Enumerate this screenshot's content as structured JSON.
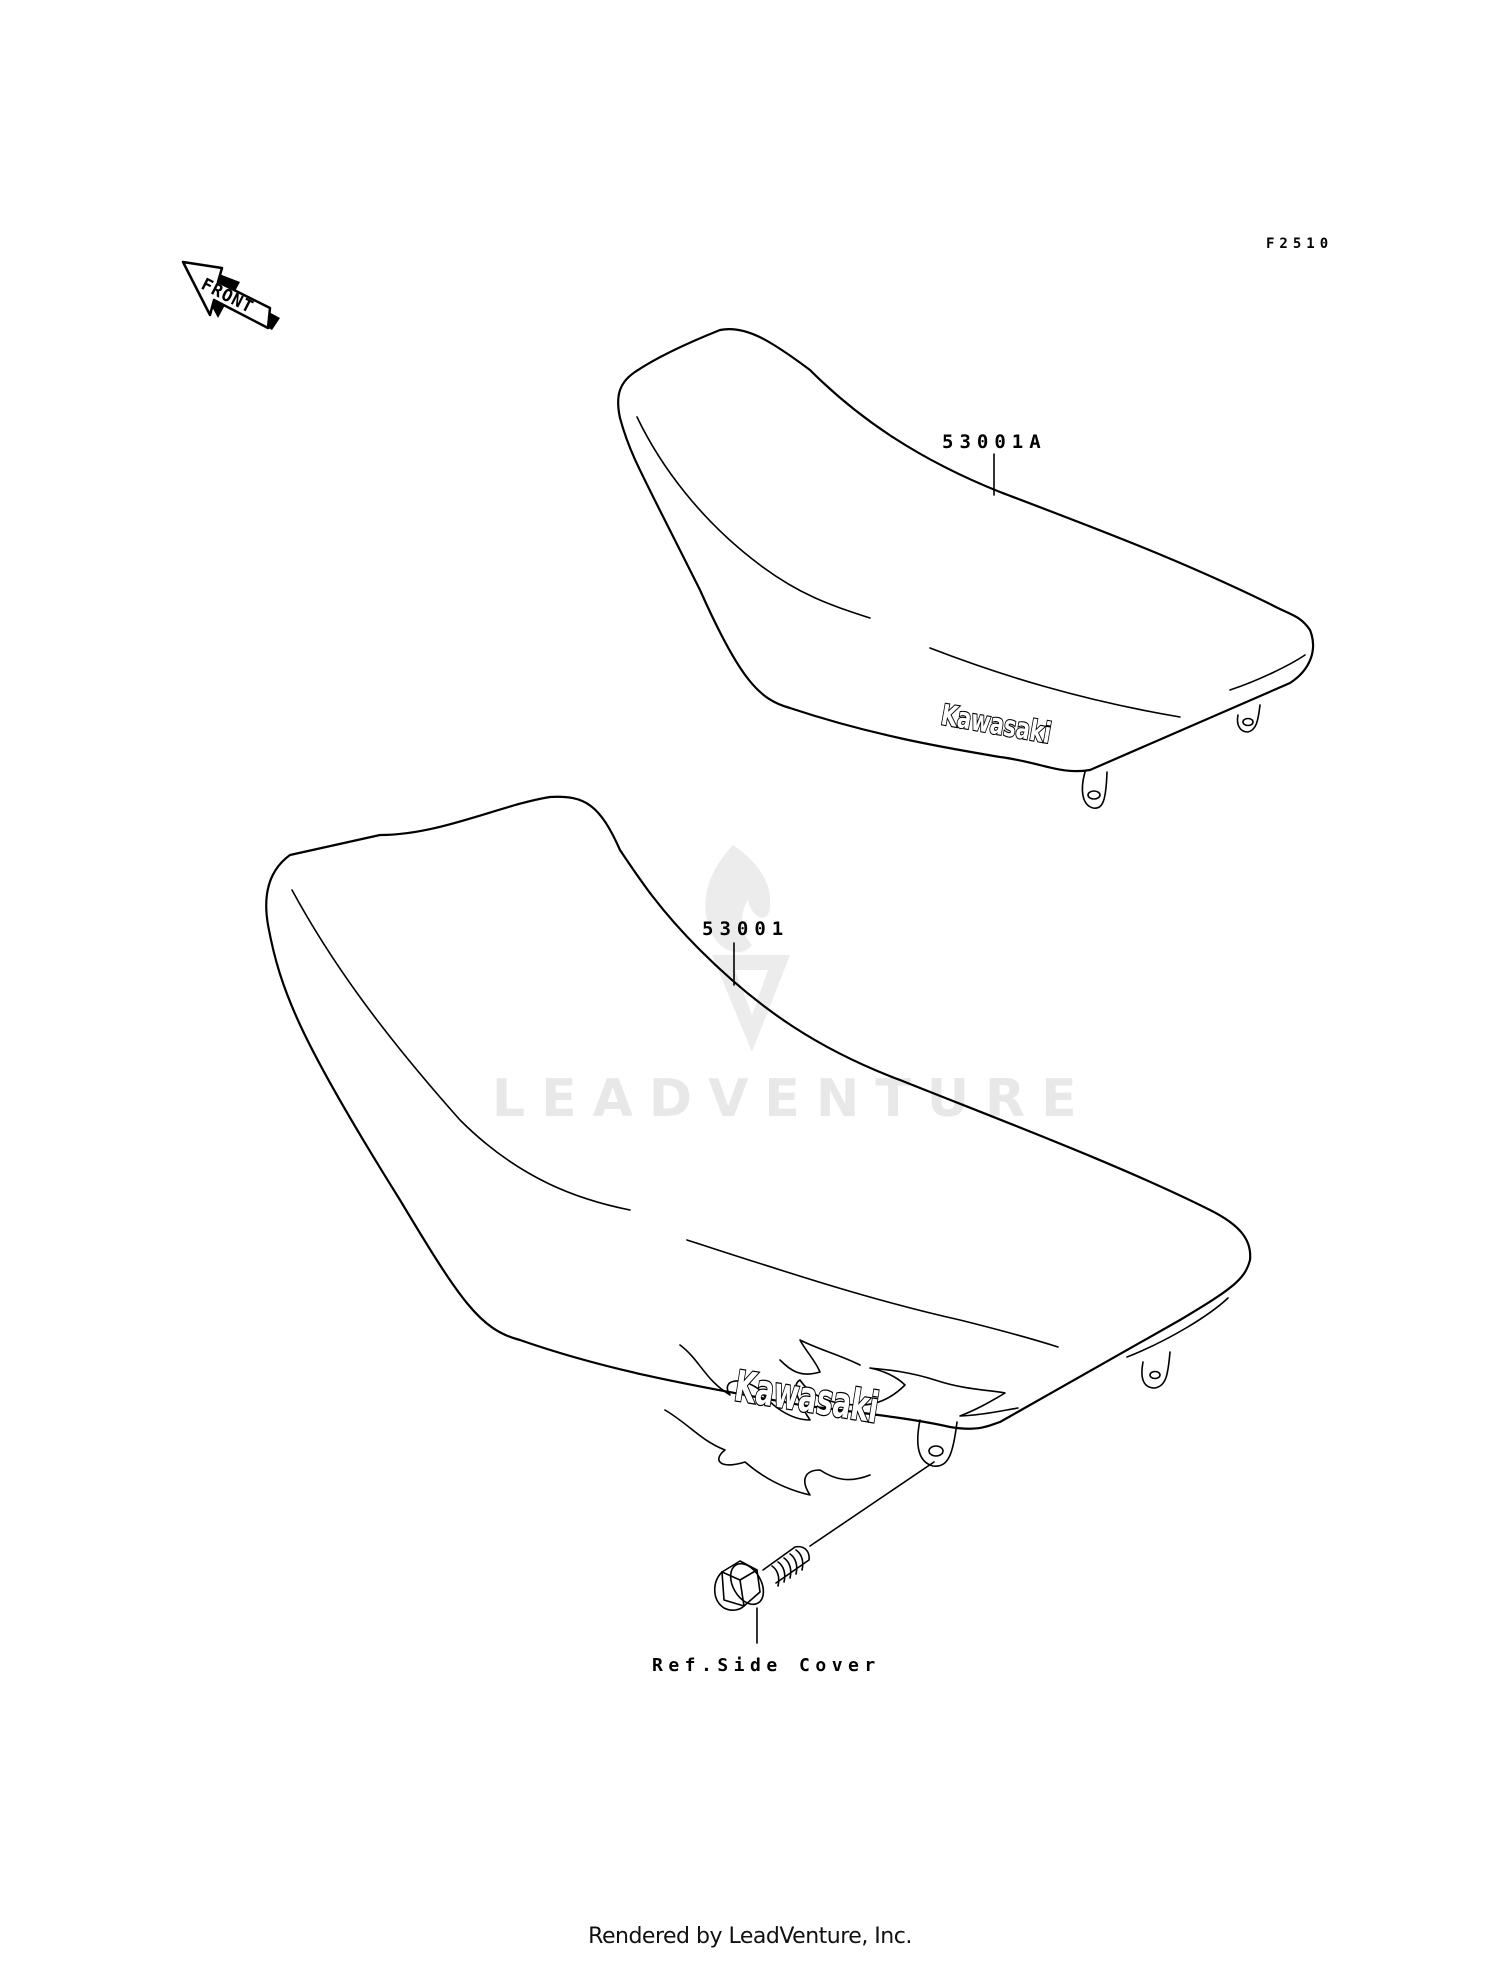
{
  "figure": {
    "number": "F2510",
    "orientation_label": "FRONT"
  },
  "watermark": {
    "text": "LEADVENTURE",
    "color": "#e8e8e8"
  },
  "parts": [
    {
      "callout": "53001A",
      "name": "Seat (upper illustration)",
      "logo": "Kawasaki"
    },
    {
      "callout": "53001",
      "name": "Seat (lower illustration, flame graphics)",
      "logo": "Kawasaki"
    }
  ],
  "references": [
    {
      "label": "Ref.Side Cover",
      "item": "bolt"
    }
  ],
  "footer": {
    "text": "Rendered by LeadVenture, Inc."
  }
}
